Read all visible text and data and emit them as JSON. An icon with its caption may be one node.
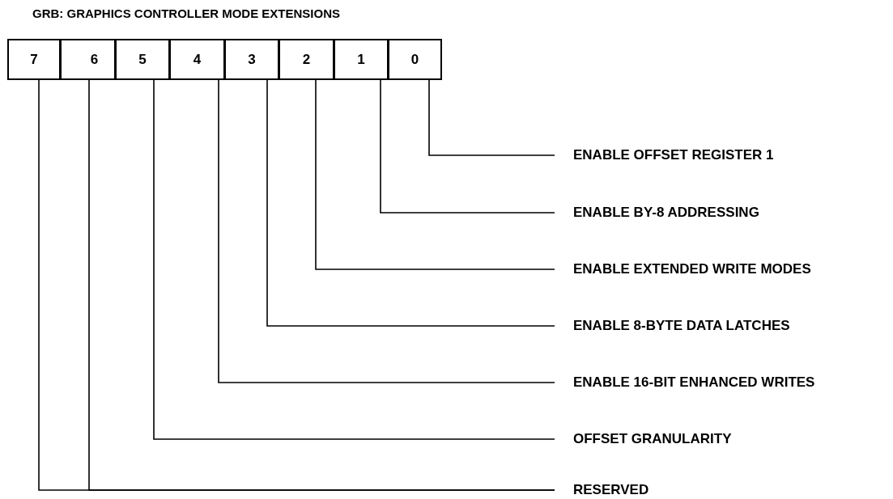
{
  "diagram": {
    "title": "GRB: GRAPHICS CONTROLLER MODE EXTENSIONS",
    "nodes": [
      {
        "text": [
          "7"
        ]
      },
      {
        "text": [
          "6"
        ]
      },
      {
        "text": [
          "5"
        ]
      },
      {
        "text": [
          "4"
        ]
      },
      {
        "text": [
          "3"
        ]
      },
      {
        "text": [
          "2"
        ]
      },
      {
        "text": [
          "1"
        ]
      },
      {
        "text": [
          "0"
        ]
      },
      {
        "text": [
          "ENABLE OFFSET REGISTER 1"
        ]
      },
      {
        "text": [
          "ENABLE BY-8 ADDRESSING"
        ]
      },
      {
        "text": [
          "ENABLE EXTENDED WRITE MODES"
        ]
      },
      {
        "text": [
          "ENABLE 8-BYTE DATA LATCHES"
        ]
      },
      {
        "text": [
          "ENABLE 16-BIT ENHANCED WRITES"
        ]
      },
      {
        "text": [
          "OFFSET GRANULARITY"
        ]
      },
      {
        "text": [
          "RESERVED"
        ]
      }
    ],
    "edges": [
      {
        "from": 7,
        "to": 8,
        "arrow": "none"
      },
      {
        "from": 6,
        "to": 9,
        "arrow": "none"
      },
      {
        "from": 5,
        "to": 10,
        "arrow": "none"
      },
      {
        "from": 4,
        "to": 11,
        "arrow": "none"
      },
      {
        "from": 3,
        "to": 12,
        "arrow": "none"
      },
      {
        "from": 2,
        "to": 13,
        "arrow": "none"
      },
      {
        "from": 0,
        "to": 14,
        "arrow": "none"
      },
      {
        "from": 1,
        "to": 14,
        "arrow": "none"
      }
    ]
  }
}
